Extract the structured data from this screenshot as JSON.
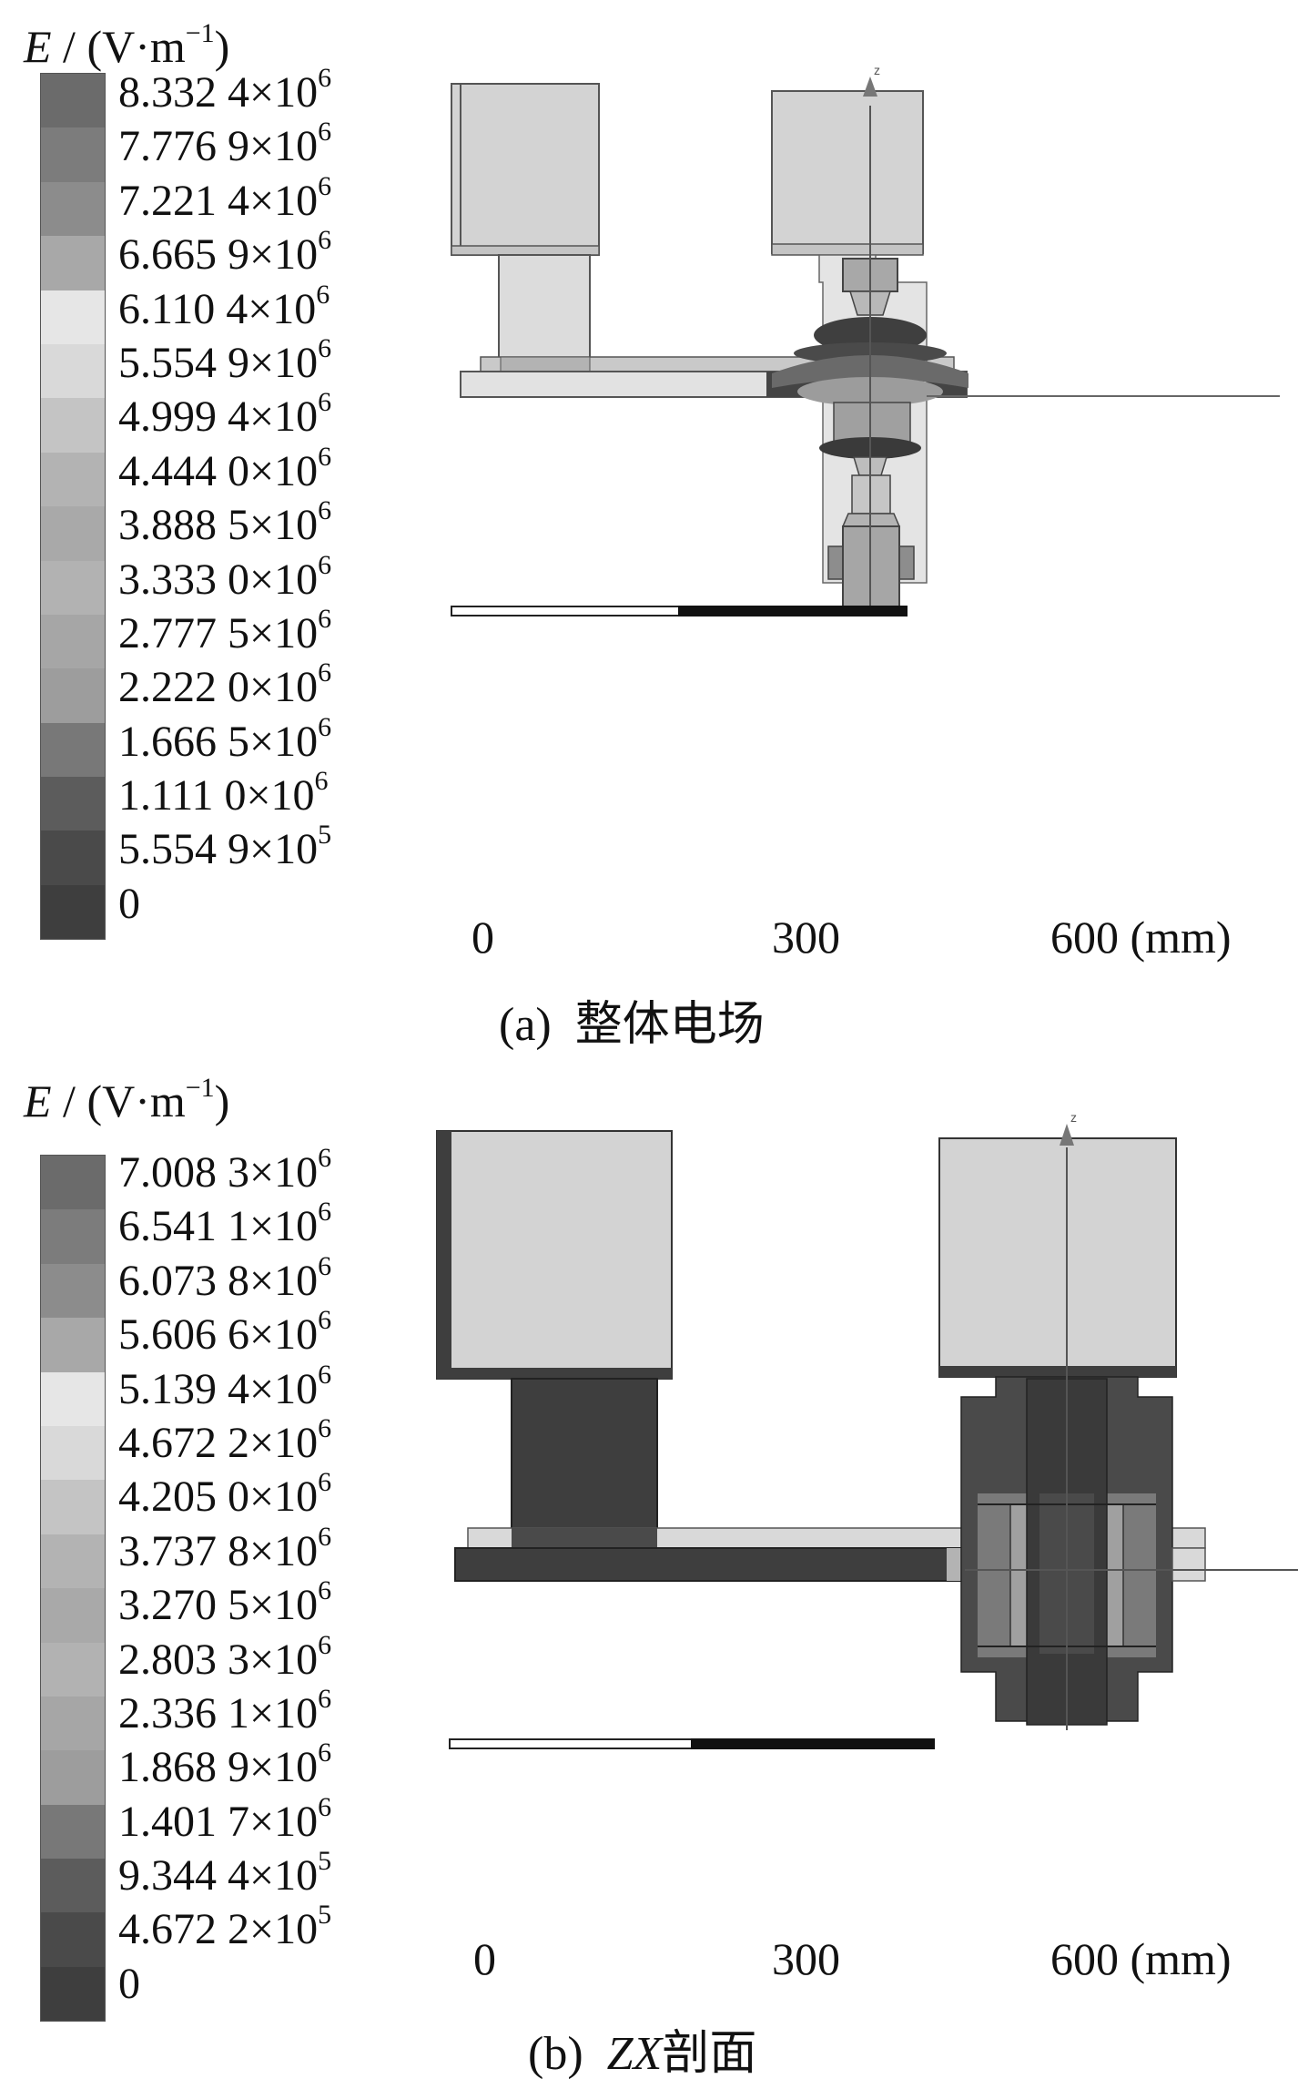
{
  "panel_a": {
    "legend": {
      "title_symbol": "E",
      "title_unit": " / (V·m",
      "title_exp": "−1",
      "title_close": ")",
      "entries": [
        {
          "m": "8.332 4×10",
          "e": "6"
        },
        {
          "m": "7.776 9×10",
          "e": "6"
        },
        {
          "m": "7.221 4×10",
          "e": "6"
        },
        {
          "m": "6.665 9×10",
          "e": "6"
        },
        {
          "m": "6.110 4×10",
          "e": "6"
        },
        {
          "m": "5.554 9×10",
          "e": "6"
        },
        {
          "m": "4.999 4×10",
          "e": "6"
        },
        {
          "m": "4.444 0×10",
          "e": "6"
        },
        {
          "m": "3.888 5×10",
          "e": "6"
        },
        {
          "m": "3.333 0×10",
          "e": "6"
        },
        {
          "m": "2.777 5×10",
          "e": "6"
        },
        {
          "m": "2.222 0×10",
          "e": "6"
        },
        {
          "m": "1.666 5×10",
          "e": "6"
        },
        {
          "m": "1.111 0×10",
          "e": "6"
        },
        {
          "m": "5.554 9×10",
          "e": "5"
        },
        {
          "m": "0",
          "e": ""
        }
      ],
      "colors": [
        "#6b6b6b",
        "#7c7c7c",
        "#8c8c8c",
        "#a8a8a8",
        "#e6e6e6",
        "#d9d9d9",
        "#c4c4c4",
        "#b3b3b3",
        "#a9a9a9",
        "#b2b2b2",
        "#a6a6a6",
        "#9d9d9d",
        "#787878",
        "#5c5c5c",
        "#4a4a4a",
        "#3e3e3e"
      ]
    },
    "scale": {
      "t0": "0",
      "t1": "300",
      "t2": "600 (mm)"
    },
    "axis_label": "z",
    "caption_prefix": "(a)",
    "caption_text": "整体电场"
  },
  "panel_b": {
    "legend": {
      "title_symbol": "E",
      "title_unit": " / (V·m",
      "title_exp": "−1",
      "title_close": ")",
      "entries": [
        {
          "m": "7.008 3×10",
          "e": "6"
        },
        {
          "m": "6.541 1×10",
          "e": "6"
        },
        {
          "m": "6.073 8×10",
          "e": "6"
        },
        {
          "m": "5.606 6×10",
          "e": "6"
        },
        {
          "m": "5.139 4×10",
          "e": "6"
        },
        {
          "m": "4.672 2×10",
          "e": "6"
        },
        {
          "m": "4.205 0×10",
          "e": "6"
        },
        {
          "m": "3.737 8×10",
          "e": "6"
        },
        {
          "m": "3.270 5×10",
          "e": "6"
        },
        {
          "m": "2.803 3×10",
          "e": "6"
        },
        {
          "m": "2.336 1×10",
          "e": "6"
        },
        {
          "m": "1.868 9×10",
          "e": "6"
        },
        {
          "m": "1.401 7×10",
          "e": "6"
        },
        {
          "m": "9.344 4×10",
          "e": "5"
        },
        {
          "m": "4.672 2×10",
          "e": "5"
        },
        {
          "m": "0",
          "e": ""
        }
      ],
      "colors": [
        "#6b6b6b",
        "#7c7c7c",
        "#8c8c8c",
        "#a8a8a8",
        "#e6e6e6",
        "#d9d9d9",
        "#c4c4c4",
        "#b3b3b3",
        "#a9a9a9",
        "#b2b2b2",
        "#a6a6a6",
        "#9d9d9d",
        "#787878",
        "#5c5c5c",
        "#4a4a4a",
        "#3e3e3e"
      ]
    },
    "scale": {
      "t0": "0",
      "t1": "300",
      "t2": "600 (mm)"
    },
    "axis_label": "z",
    "caption_prefix": "(b)",
    "caption_italic": "ZX",
    "caption_text": "剖面"
  }
}
